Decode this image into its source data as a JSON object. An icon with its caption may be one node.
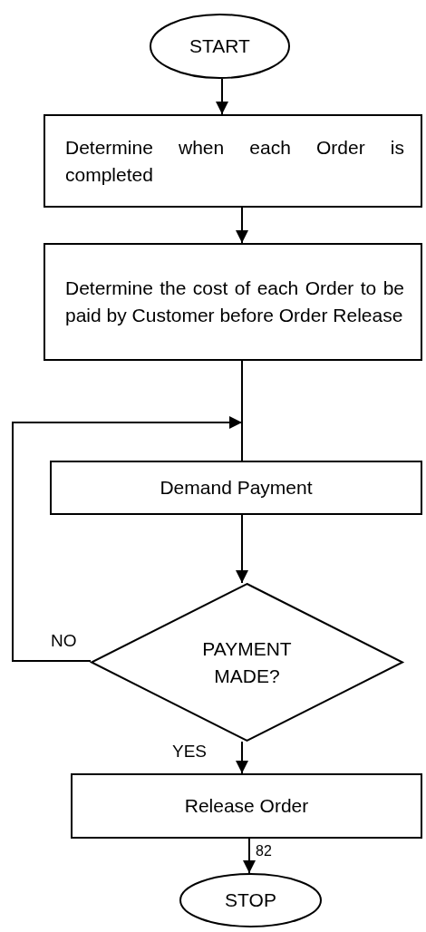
{
  "diagram": {
    "nodes": [
      {
        "text": [
          "START"
        ]
      },
      {
        "text": [
          "Determine when each Order is completed"
        ]
      },
      {
        "text": [
          "Determine the cost of each Order to be paid by Customer before Order Release"
        ]
      },
      {
        "text": [
          "Demand Payment"
        ]
      },
      {
        "text": [
          "PAYMENT MADE?"
        ]
      },
      {
        "text": [
          "Release Order"
        ]
      },
      {
        "text": [
          "STOP"
        ]
      }
    ],
    "edges": [
      {
        "from": 0,
        "to": 1,
        "arrow": "to"
      },
      {
        "from": 1,
        "to": 2,
        "arrow": "to"
      },
      {
        "from": 2,
        "to": 3,
        "arrow": "none"
      },
      {
        "from": 3,
        "to": 4,
        "arrow": "to"
      },
      {
        "from": 4,
        "to": 3,
        "arrow": "to",
        "label": "NO"
      },
      {
        "from": 4,
        "to": 5,
        "arrow": "to",
        "label": "YES"
      },
      {
        "from": 5,
        "to": 6,
        "arrow": "to"
      }
    ],
    "labels": [
      "82"
    ]
  }
}
